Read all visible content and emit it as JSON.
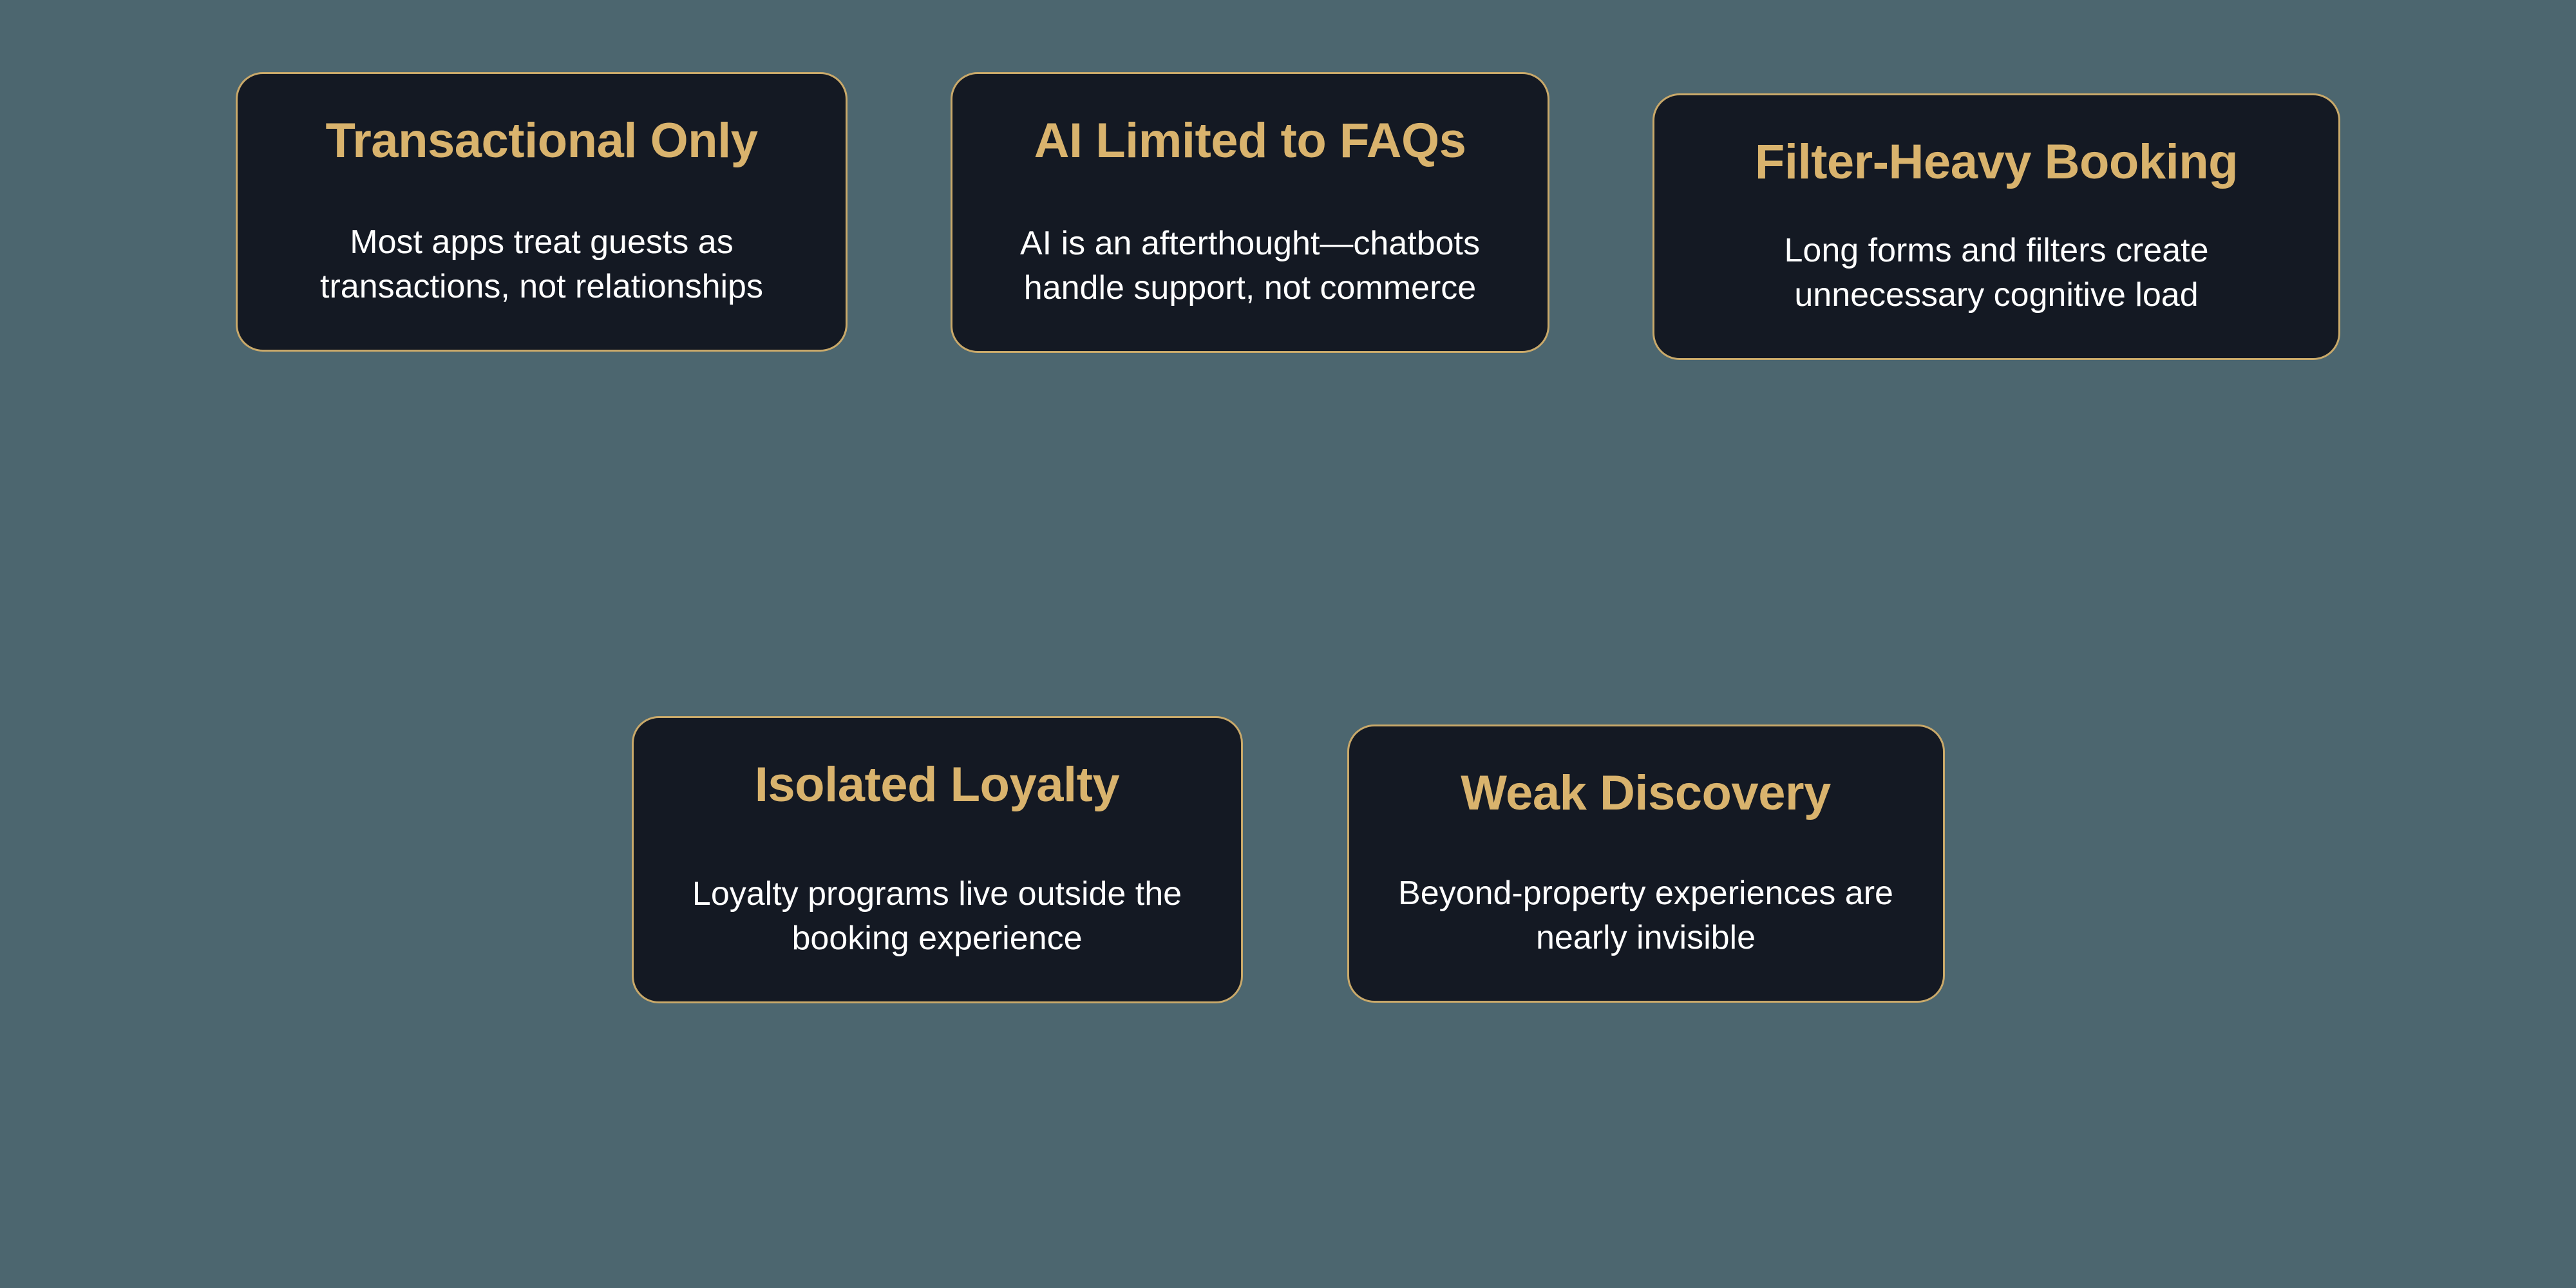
{
  "theme": {
    "background_color": "#4c666f",
    "card_background_color": "#141923",
    "card_border_color": "#c9a96a",
    "title_color": "#d9b36d",
    "description_color": "#ffffff"
  },
  "rows": [
    {
      "cards": [
        {
          "title": "Transactional Only",
          "description": "Most apps treat guests as transactions, not relationships"
        },
        {
          "title": "AI Limited to FAQs",
          "description": "AI is an afterthought—chatbots handle support, not commerce"
        },
        {
          "title": "Filter-Heavy Booking",
          "description": "Long forms and filters create unnecessary cognitive load"
        }
      ]
    },
    {
      "cards": [
        {
          "title": "Isolated Loyalty",
          "description": "Loyalty programs live outside the booking experience"
        },
        {
          "title": "Weak Discovery",
          "description": "Beyond-property experiences are nearly invisible"
        }
      ]
    }
  ]
}
